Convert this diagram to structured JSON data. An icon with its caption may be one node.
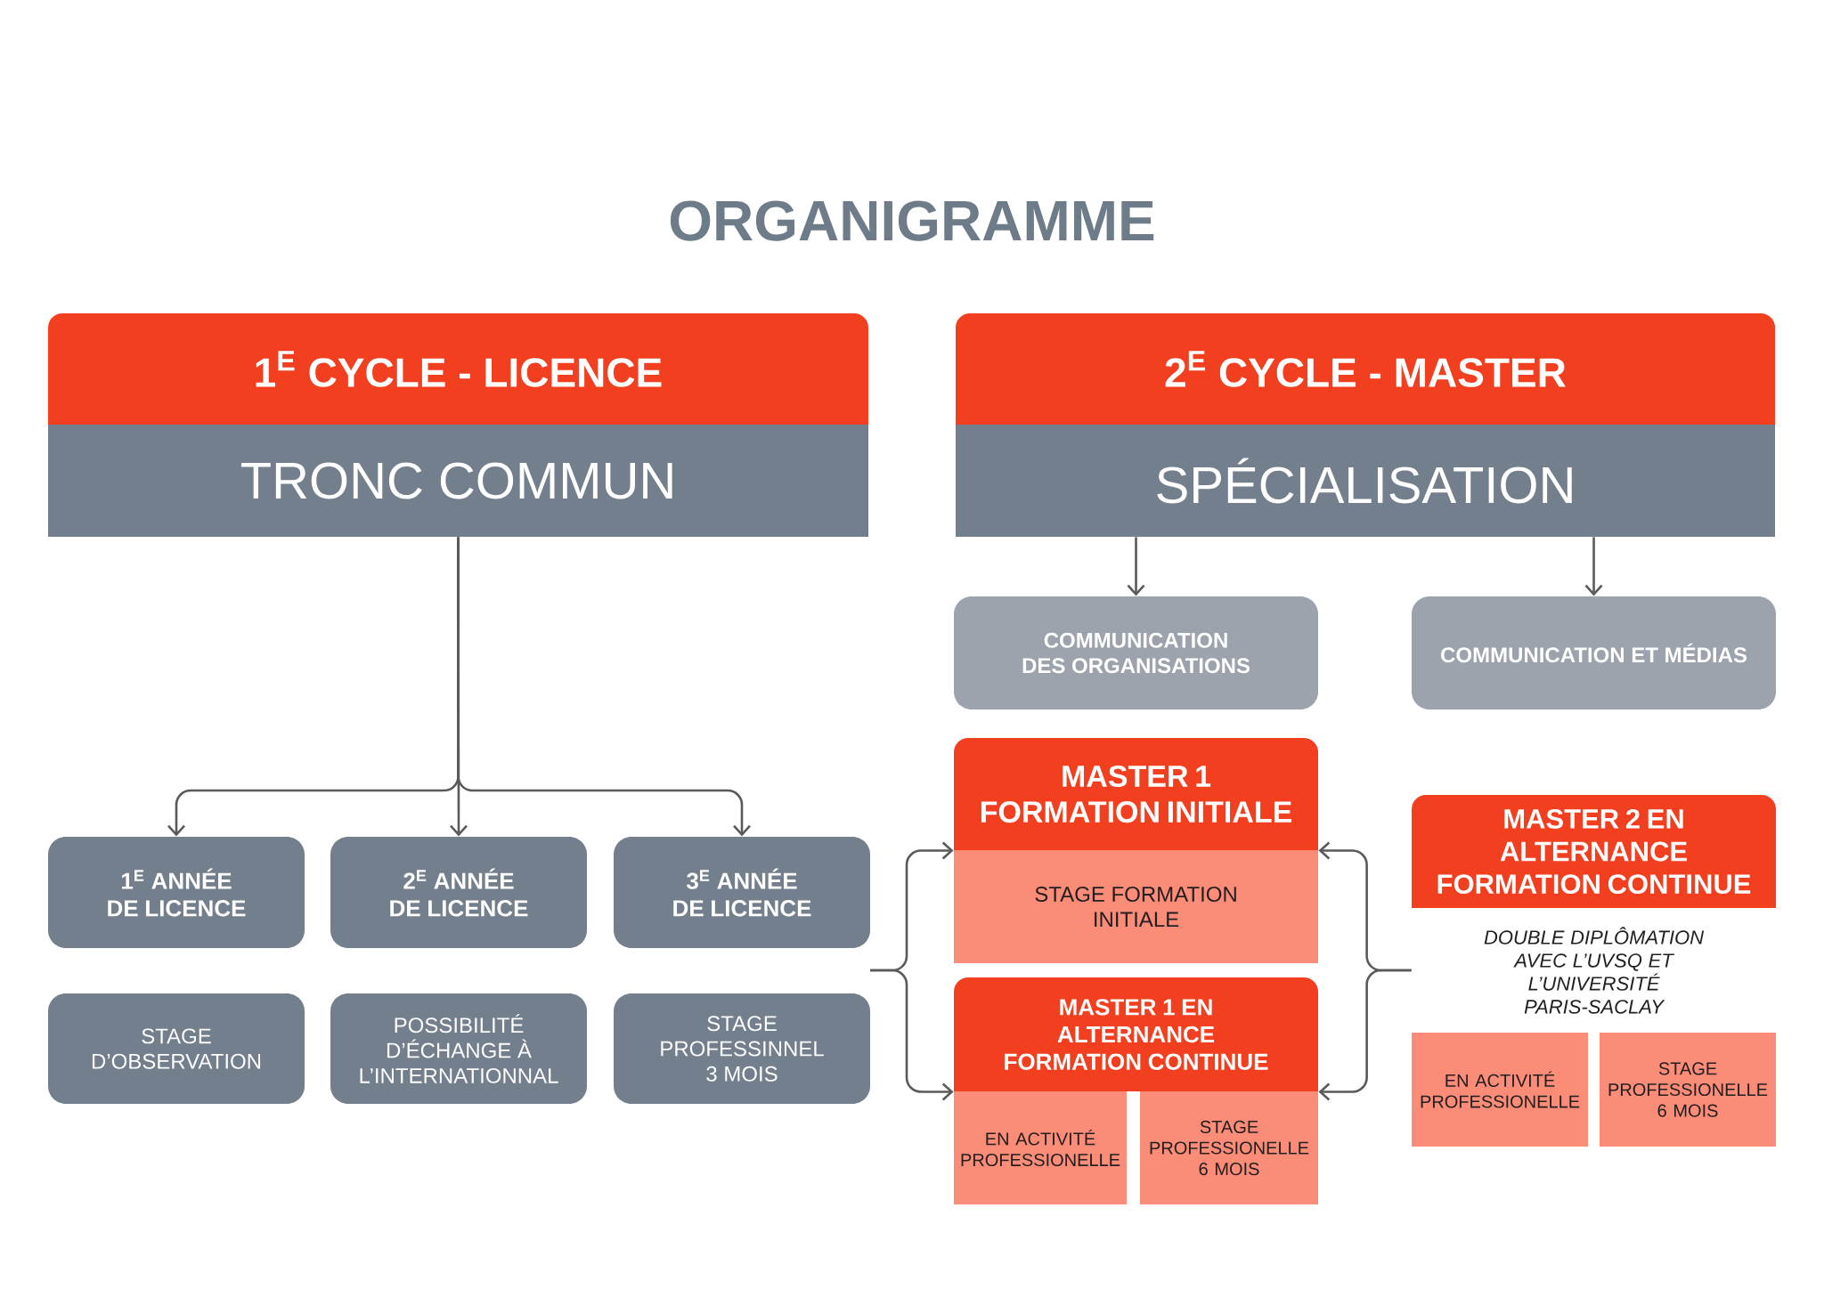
{
  "diagram": {
    "title": "ORGANIGRAMME",
    "nodes": [
      {
        "text": [
          "1$^{E}$ CYCLE - LICENCE",
          "TRONC COMMUN"
        ]
      },
      {
        "text": [
          "2$^{E}$ CYCLE - MASTER",
          "SPÉCIALISATION"
        ]
      },
      {
        "text": [
          "1$^{E}$ ANNÉE DE LICENCE"
        ]
      },
      {
        "text": [
          "2$^{E}$ ANNÉE DE LICENCE"
        ]
      },
      {
        "text": [
          "3$^{E}$ ANNÉE DE LICENCE"
        ]
      },
      {
        "text": [
          "STAGE D’OBSERVATION"
        ]
      },
      {
        "text": [
          "POSSIBILITÉ D’ÉCHANGE À L’INTERNATIONNAL"
        ]
      },
      {
        "text": [
          "STAGE PROFESSINNEL 3 MOIS"
        ]
      },
      {
        "text": [
          "COMMUNICATION DES ORGANISATIONS"
        ]
      },
      {
        "text": [
          "COMMUNICATION ET MÉDIAS"
        ]
      },
      {
        "text": [
          "MASTER 1 FORMATION INITIALE",
          "STAGE FORMATION INITIALE"
        ]
      },
      {
        "text": [
          "MASTER 1 EN ALTERNANCE FORMATION CONTINUE"
        ]
      },
      {
        "text": [
          "EN ACTIVITÉ PROFESSIONELLE"
        ]
      },
      {
        "text": [
          "STAGE PROFESSIONELLE 6 MOIS"
        ]
      },
      {
        "text": [
          "MASTER 2 EN ALTERNANCE FORMATION CONTINUE"
        ]
      },
      {
        "text": [
          "DOUBLE DIPLÔMATION AVEC L’UVSQ ET L’UNIVERSITÉ PARIS-SACLAY"
        ]
      },
      {
        "text": [
          "EN ACTIVITÉ PROFESSIONELLE"
        ]
      },
      {
        "text": [
          "STAGE PROFESSIONELLE 6 MOIS"
        ]
      }
    ],
    "edges": [
      {
        "from": 0,
        "to": 2,
        "arrow": "to"
      },
      {
        "from": 0,
        "to": 3,
        "arrow": "to"
      },
      {
        "from": 0,
        "to": 4,
        "arrow": "to"
      },
      {
        "from": 1,
        "to": 8,
        "arrow": "to"
      },
      {
        "from": 1,
        "to": 9,
        "arrow": "to"
      },
      {
        "from": null,
        "to": 10,
        "arrow": "to"
      },
      {
        "from": null,
        "to": 11,
        "arrow": "to"
      },
      {
        "from": 15,
        "to": 10,
        "arrow": "to"
      },
      {
        "from": 15,
        "to": 11,
        "arrow": "to"
      }
    ]
  }
}
